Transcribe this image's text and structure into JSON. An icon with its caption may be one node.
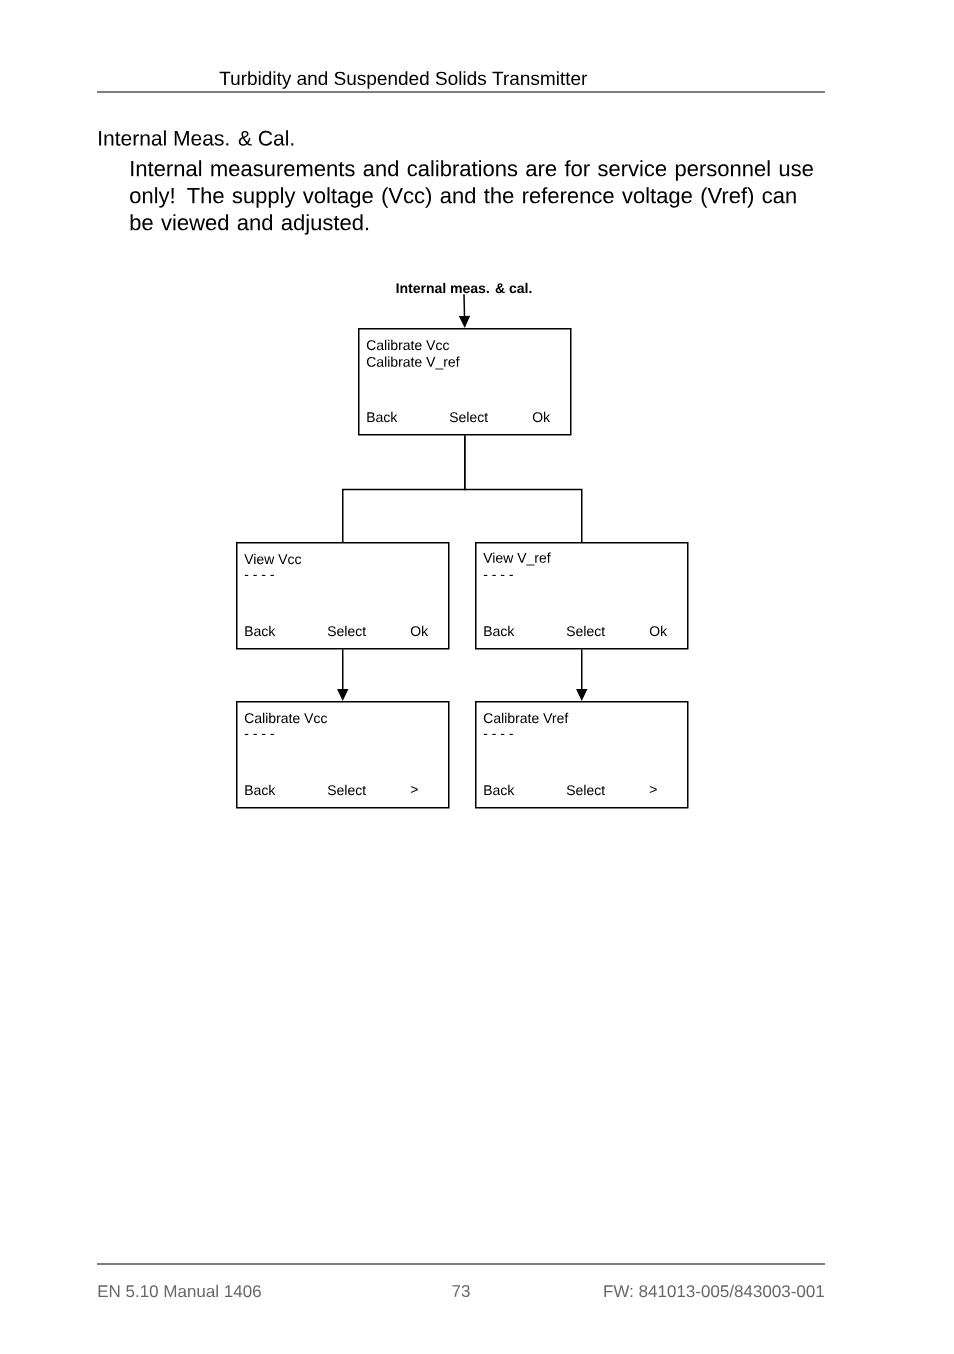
{
  "diagram": {
    "title": "Internal Meas. & Cal.",
    "nodes": [
      {
        "text": [
          "Internal meas. & cal."
        ]
      },
      {
        "text": [
          "Calibrate Vcc",
          "Calibrate V_ref",
          "Back",
          "Select",
          "Ok"
        ]
      },
      {
        "text": [
          "View Vcc",
          "- - - -",
          "Back",
          "Select",
          "Ok"
        ]
      },
      {
        "text": [
          "View V_ref",
          "- - - -",
          "Back",
          "Select",
          "Ok"
        ]
      },
      {
        "text": [
          "Calibrate Vcc",
          "- - - -",
          "Back",
          "Select",
          ">"
        ]
      },
      {
        "text": [
          "Calibrate Vref",
          "- - - -",
          "Back",
          "Select",
          ">"
        ]
      }
    ],
    "edges": [
      {
        "from": 0,
        "to": 1,
        "arrow": "to"
      },
      {
        "from": 1,
        "to": 2,
        "arrow": "none"
      },
      {
        "from": 1,
        "to": 3,
        "arrow": "none"
      },
      {
        "from": 2,
        "to": 4,
        "arrow": "to"
      },
      {
        "from": 3,
        "to": 5,
        "arrow": "to"
      }
    ],
    "labels": [
      "Turbidity and Suspended Solids Transmitter",
      "Internal measurements and calibrations are for service personnel use only!  The supply voltage (Vcc) and the reference voltage (Vref) can be viewed and adjusted.",
      "EN 5.10 Manual 1406",
      "73",
      "FW: 841013-005/843003-001"
    ]
  }
}
